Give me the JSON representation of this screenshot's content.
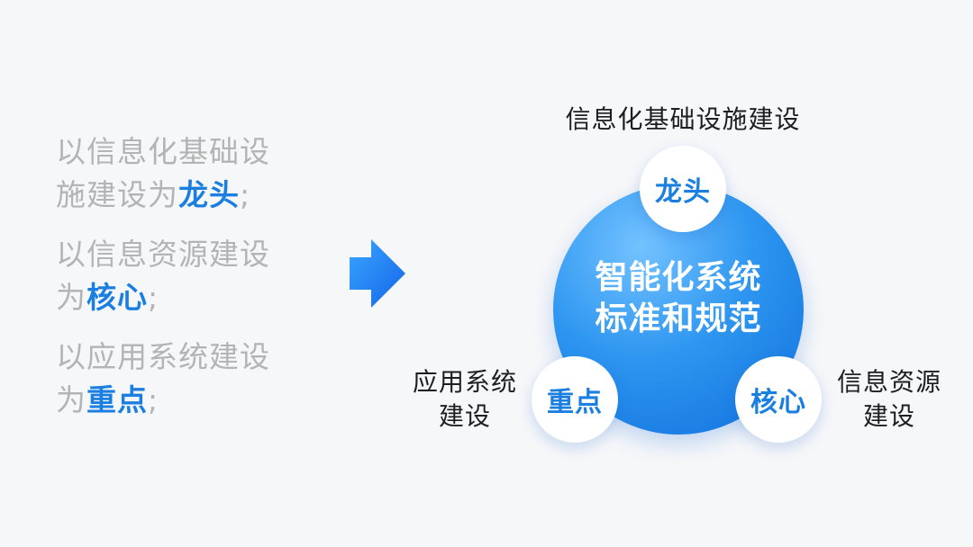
{
  "left": {
    "items": [
      {
        "prefix": "以信息化基础设施建设为",
        "highlight": "龙头",
        "suffix": ";"
      },
      {
        "prefix": "以信息资源建设为",
        "highlight": "核心",
        "suffix": ";"
      },
      {
        "prefix": "以应用系统建设为",
        "highlight": "重点",
        "suffix": ";"
      }
    ]
  },
  "diagram": {
    "center": {
      "line1": "智能化系统",
      "line2": "标准和规范"
    },
    "nodes": {
      "top": {
        "label": "龙头",
        "caption": "信息化基础设施建设"
      },
      "left": {
        "label": "重点",
        "caption_line1": "应用系统",
        "caption_line2": "建设"
      },
      "right": {
        "label": "核心",
        "caption_line1": "信息资源",
        "caption_line2": "建设"
      }
    }
  },
  "colors": {
    "highlight": "#1a7fe0",
    "muted_text": "#b4b4b4",
    "background": "#f6f7f9",
    "arrow": "#1e7cf0"
  },
  "icons": {
    "arrow": "right-arrow-icon"
  }
}
